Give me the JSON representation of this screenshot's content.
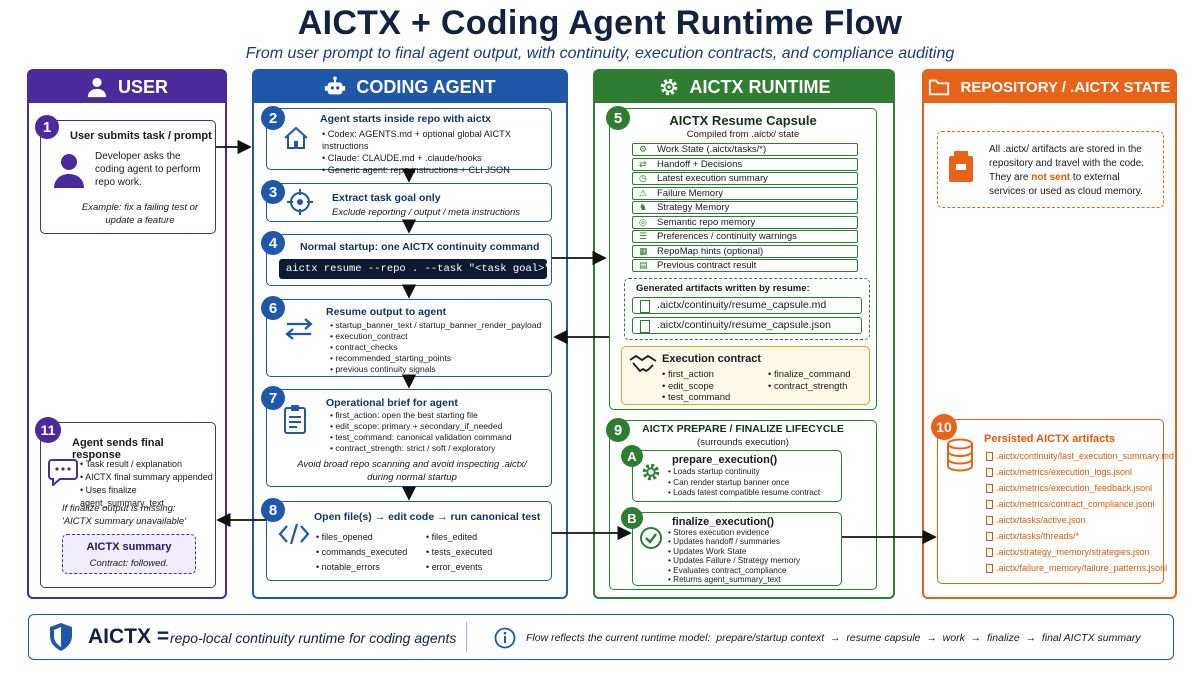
{
  "title": "AICTX + Coding Agent Runtime Flow",
  "subtitle": "From user prompt to final agent output, with continuity, execution contracts, and compliance auditing",
  "colors": {
    "user": "#4b2a9a",
    "agent": "#1f58a8",
    "runtime": "#2e7d32",
    "repo": "#e8631a"
  },
  "columns": {
    "user": "USER",
    "agent": "CODING AGENT",
    "runtime": "AICTX RUNTIME",
    "repo": "REPOSITORY / .AICTX STATE"
  },
  "steps": {
    "s1": {
      "num": "1",
      "title": "User submits task / prompt",
      "desc": "Developer asks the coding agent to perform repo work.",
      "example": "Example: fix a failing test or update a feature"
    },
    "s2": {
      "num": "2",
      "title": "Agent starts inside repo with aictx",
      "items": [
        "Codex: AGENTS.md + optional global AICTX instructions",
        "Claude: CLAUDE.md + .claude/hooks",
        "Generic agent: repo instructions + CLI JSON"
      ]
    },
    "s3": {
      "num": "3",
      "title": "Extract task goal only",
      "desc": "Exclude reporting / output / meta instructions"
    },
    "s4": {
      "num": "4",
      "title": "Normal startup: one AICTX continuity command",
      "command": "aictx resume --repo . --task \"<task goal>\" --json"
    },
    "s5": {
      "num": "5",
      "title": "AICTX Resume Capsule",
      "subtitle": "Compiled from .aictx/ state",
      "rows": [
        "Work State (.aictx/tasks/*)",
        "Handoff + Decisions",
        "Latest execution summary",
        "Failure Memory",
        "Strategy Memory",
        "Semantic repo memory",
        "Preferences / continuity warnings",
        "RepoMap hints (optional)",
        "Previous contract result"
      ],
      "generated_title": "Generated artifacts written by resume:",
      "files": [
        ".aictx/continuity/resume_capsule.md",
        ".aictx/continuity/resume_capsule.json"
      ],
      "contract_title": "Execution contract",
      "contract_left": [
        "first_action",
        "edit_scope",
        "test_command"
      ],
      "contract_right": [
        "finalize_command",
        "contract_strength"
      ]
    },
    "s6": {
      "num": "6",
      "title": "Resume output to agent",
      "items": [
        "startup_banner_text / startup_banner_render_payload",
        "execution_contract",
        "contract_checks",
        "recommended_starting_points",
        "previous continuity signals"
      ]
    },
    "s7": {
      "num": "7",
      "title": "Operational brief for agent",
      "items": [
        "first_action: open the best starting file",
        "edit_scope: primary + secondary_if_needed",
        "test_command: canonical validation command",
        "contract_strength: strict / soft / exploratory"
      ],
      "note": "Avoid broad repo scanning and avoid inspecting .aictx/ during normal startup"
    },
    "s8": {
      "num": "8",
      "title": "Open file(s) → edit code → run canonical test",
      "left": [
        "files_opened",
        "commands_executed",
        "notable_errors"
      ],
      "right": [
        "files_edited",
        "tests_executed",
        "error_events"
      ]
    },
    "s9": {
      "num": "9",
      "title": "AICTX PREPARE / FINALIZE LIFECYCLE",
      "subtitle": "(surrounds execution)",
      "a": {
        "badge": "A",
        "title": "prepare_execution()",
        "items": [
          "Loads startup continuity",
          "Can render startup banner once",
          "Loads latest compatible resume contract"
        ]
      },
      "b": {
        "badge": "B",
        "title": "finalize_execution()",
        "items": [
          "Stores execution evidence",
          "Updates handoff / summaries",
          "Updates Work State",
          "Updates Failure / Strategy memory",
          "Evaluates contract_compliance",
          "Returns agent_summary_text"
        ]
      }
    },
    "s10": {
      "num": "10",
      "title": "Persisted AICTX artifacts",
      "files": [
        ".aictx/continuity/last_execution_summary.md",
        ".aictx/metrics/execution_logs.jsonl",
        ".aictx/metrics/execution_feedback.jsonl",
        ".aictx/metrics/contract_compliance.jsonl",
        ".aictx/tasks/active.json",
        ".aictx/tasks/threads/*",
        ".aictx/strategy_memory/strategies.json",
        ".aictx/failure_memory/failure_patterns.jsonl"
      ]
    },
    "s11": {
      "num": "11",
      "title": "Agent sends final response",
      "items": [
        "Task result / explanation",
        "AICTX final summary appended",
        "Uses finalize agent_summary_text"
      ],
      "missing": "If finalize output is missing: 'AICTX summary unavailable'",
      "summary_title": "AICTX summary",
      "summary_text": "Contract: followed."
    }
  },
  "repo_note": {
    "pre": "All .aictx/ artifacts are stored in the repository and travel with the code. They are ",
    "highlight": "not sent",
    "post": " to external services or used as cloud memory."
  },
  "footer": {
    "brand": "AICTX =",
    "tagline": "repo-local continuity runtime for coding agents",
    "flow": "Flow reflects the current runtime model:  prepare/startup context  →  resume capsule  →  work  →  finalize  →  final AICTX summary"
  }
}
